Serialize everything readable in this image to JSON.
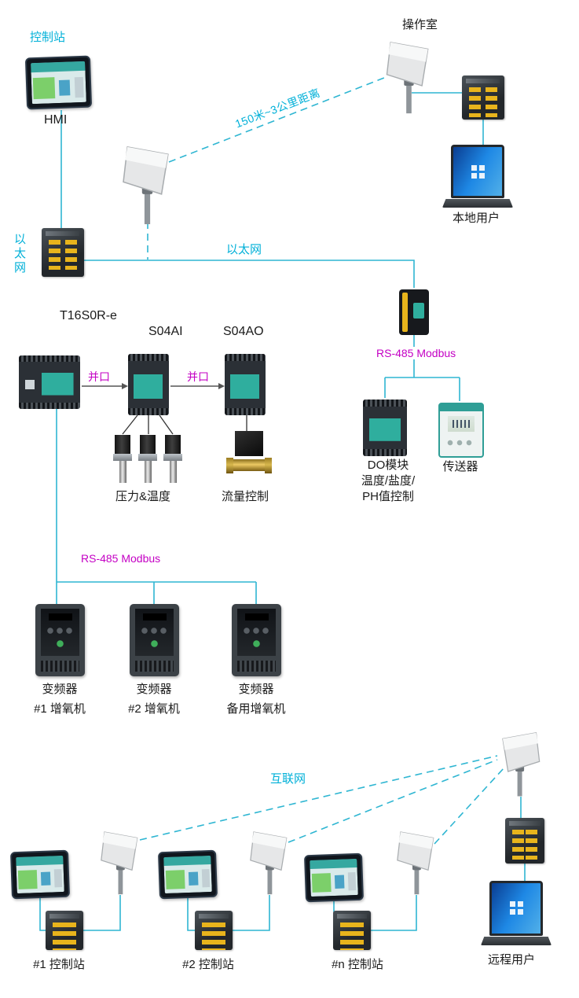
{
  "colors": {
    "accent_cyan": "#00b0d8",
    "accent_magenta": "#c400c4",
    "line_cyan": "#2fb6d2"
  },
  "top": {
    "control_station": "控制站",
    "hmi": "HMI",
    "operation_room": "操作室",
    "local_user": "本地用户",
    "wireless_distance": "150米~3公里距离",
    "ethernet_vertical": "以太网",
    "ethernet_horizontal": "以太网"
  },
  "plc_section": {
    "plc_model": "T16S0R-e",
    "module_ai": "S04AI",
    "module_ao": "S04AO",
    "parallel_port_1": "并口",
    "parallel_port_2": "并口",
    "pressure_temperature": "压力&温度",
    "flow_control": "流量控制"
  },
  "sensor_section": {
    "rs485_modbus": "RS-485 Modbus",
    "do_module_line1": "DO模块",
    "do_module_line2": "温度/盐度/",
    "do_module_line3": "PH值控制",
    "transmitter": "传送器"
  },
  "vfd_section": {
    "rs485_modbus": "RS-485 Modbus",
    "vfds": [
      {
        "device": "变频器",
        "machine": "#1 增氧机"
      },
      {
        "device": "变频器",
        "machine": "#2 增氧机"
      },
      {
        "device": "变频器",
        "machine": "备用增氧机"
      }
    ]
  },
  "remote_section": {
    "internet": "互联网",
    "remote_user": "远程用户",
    "stations": [
      {
        "label": "#1 控制站"
      },
      {
        "label": "#2 控制站"
      },
      {
        "label": "#n 控制站"
      }
    ]
  }
}
